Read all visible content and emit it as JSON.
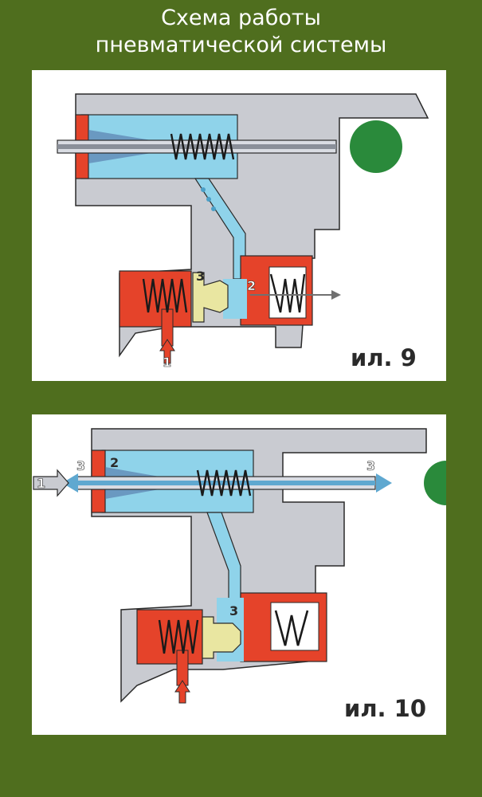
{
  "title_line1": "Схема работы",
  "title_line2": "пневматической системы",
  "fig9": {
    "caption": "ил. 9",
    "port_in": "1",
    "port_out": "2",
    "valve": "3"
  },
  "fig10": {
    "caption": "ил. 10",
    "port_ext": "1",
    "port_inner": "2",
    "port_left": "3",
    "port_right": "3",
    "valve": "3"
  },
  "colors": {
    "background": "#4f6e1e",
    "body": "#c9cbd1",
    "air": "#8fd3ea",
    "piston": "#e5432a",
    "spring": "#1a1a1a",
    "seal": "#e9e6a1",
    "ball": "#2a8a3b",
    "rod": "#8a8f99"
  }
}
